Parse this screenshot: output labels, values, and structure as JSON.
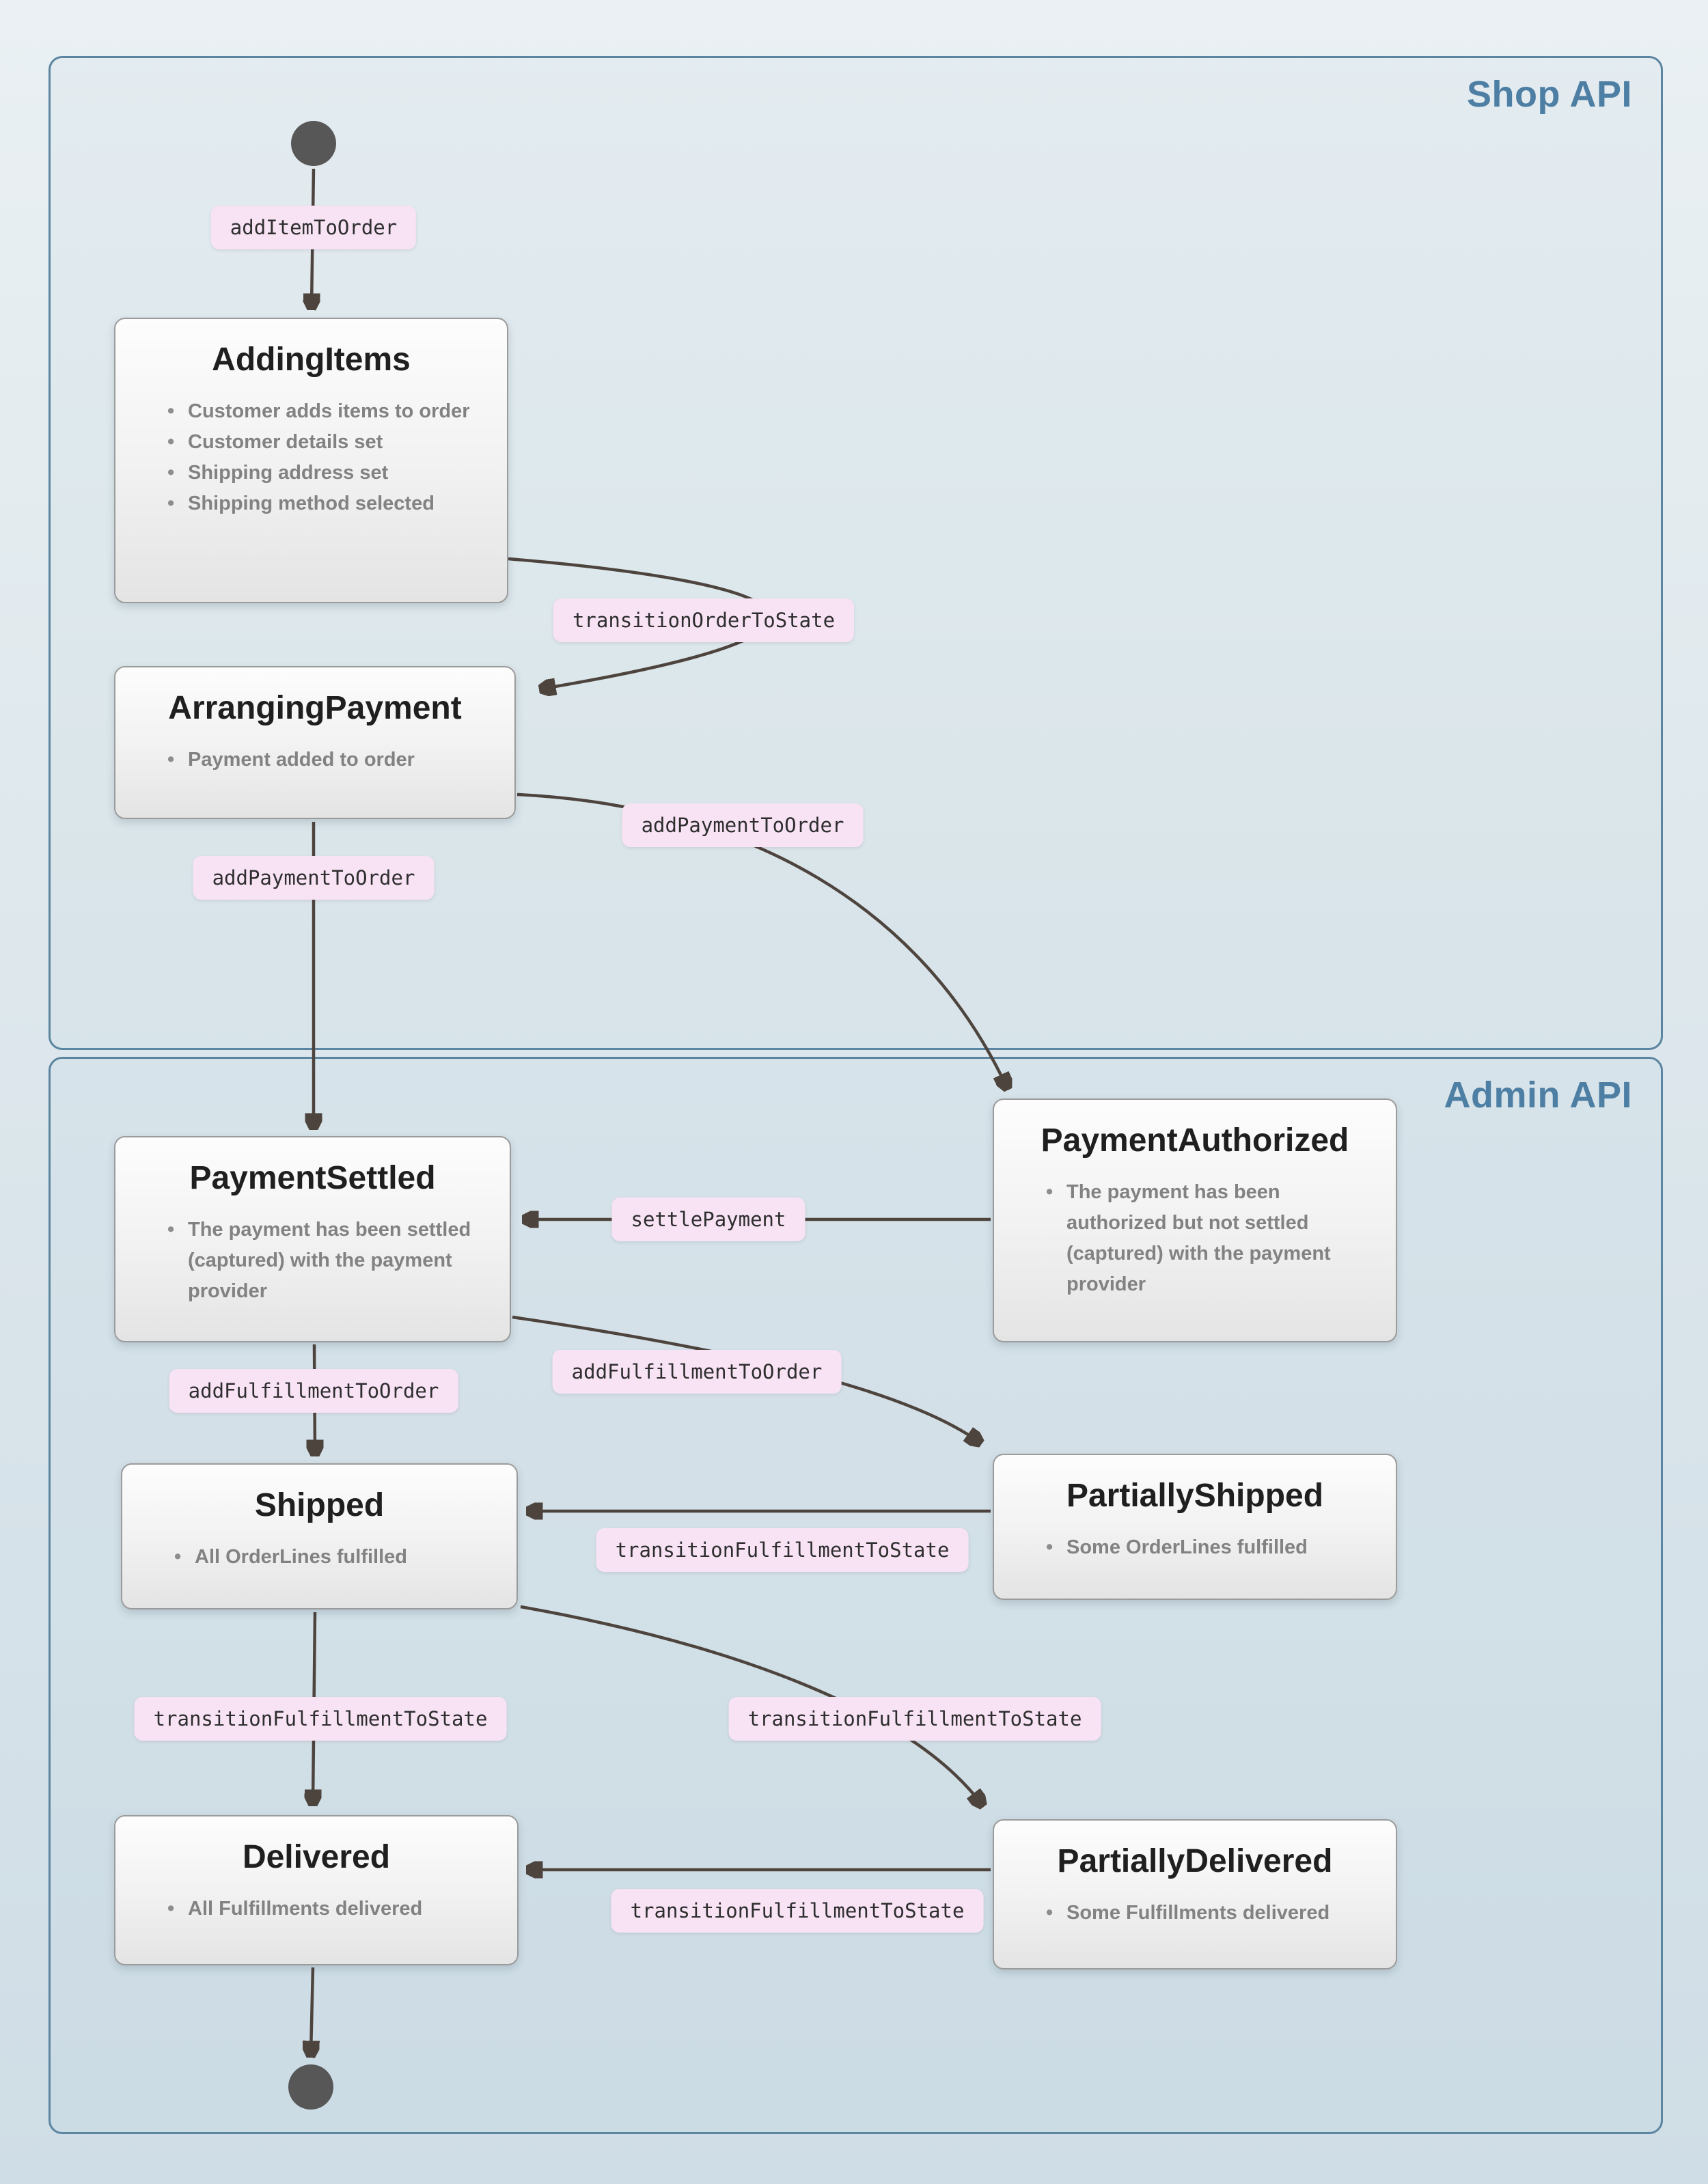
{
  "diagram": {
    "containers": {
      "shop": {
        "label": "Shop API"
      },
      "admin": {
        "label": "Admin API"
      }
    },
    "states": {
      "addingItems": {
        "title": "AddingItems",
        "bullets": [
          "Customer adds items to order",
          "Customer details set",
          "Shipping address set",
          "Shipping method selected"
        ]
      },
      "arrangingPayment": {
        "title": "ArrangingPayment",
        "bullets": [
          "Payment added to order"
        ]
      },
      "paymentSettled": {
        "title": "PaymentSettled",
        "bullets": [
          "The payment has been settled (captured) with the payment provider"
        ]
      },
      "paymentAuthorized": {
        "title": "PaymentAuthorized",
        "bullets": [
          "The payment has been authorized but not settled (captured) with the payment provider"
        ]
      },
      "shipped": {
        "title": "Shipped",
        "bullets": [
          "All OrderLines fulfilled"
        ]
      },
      "partiallyShipped": {
        "title": "PartiallyShipped",
        "bullets": [
          "Some OrderLines fulfilled"
        ]
      },
      "delivered": {
        "title": "Delivered",
        "bullets": [
          "All Fulfillments delivered"
        ]
      },
      "partiallyDelivered": {
        "title": "PartiallyDelivered",
        "bullets": [
          "Some Fulfillments delivered"
        ]
      }
    },
    "transitions": {
      "addItemToOrder": "addItemToOrder",
      "transitionOrderToState": "transitionOrderToState",
      "addPaymentToOrder": "addPaymentToOrder",
      "settlePayment": "settlePayment",
      "addFulfillmentToOrder": "addFulfillmentToOrder",
      "transitionFulfillmentToState": "transitionFulfillmentToState"
    },
    "colors": {
      "accent": "#4d7ea3",
      "arrow": "#4e443e",
      "pill_bg": "#f8e3f5"
    }
  }
}
